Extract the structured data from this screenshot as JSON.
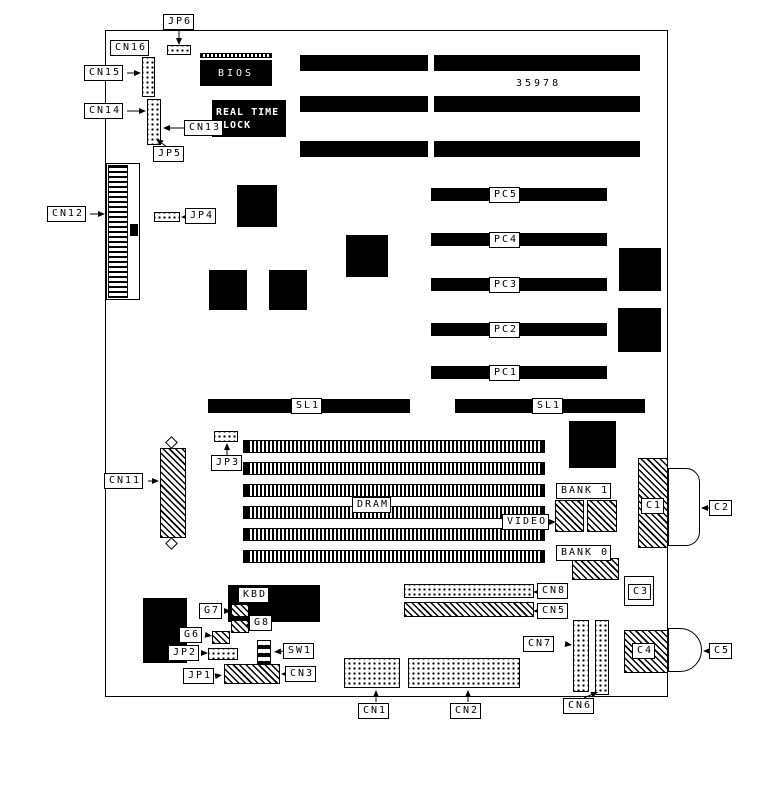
{
  "part_number": "35978",
  "colors": {
    "ink": "#000000",
    "paper": "#ffffff"
  },
  "labels": {
    "jp6": "JP6",
    "cn16": "CN16",
    "cn15": "CN15",
    "cn14": "CN14",
    "cn13": "CN13",
    "jp5": "JP5",
    "bios": "BIOS",
    "rtc_line1": "REAL TIME",
    "rtc_line2": "CLOCK",
    "cn12": "CN12",
    "jp4": "JP4",
    "pc5": "PC5",
    "pc4": "PC4",
    "pc3": "PC3",
    "pc2": "PC2",
    "pc1": "PC1",
    "sl1_left": "SL1",
    "sl1_right": "SL1",
    "jp3": "JP3",
    "cn11": "CN11",
    "dram": "DRAM",
    "video": "VIDEO",
    "bank1": "BANK 1",
    "bank0": "BANK 0",
    "c1": "C1",
    "c2": "C2",
    "c3": "C3",
    "c4": "C4",
    "c5": "C5",
    "cn8": "CN8",
    "cn5": "CN5",
    "cn7": "CN7",
    "cn6": "CN6",
    "kbd": "KBD",
    "g7": "G7",
    "g8": "G8",
    "g6": "G6",
    "sw1": "SW1",
    "jp2": "JP2",
    "jp1": "JP1",
    "cn3": "CN3",
    "cn1": "CN1",
    "cn2": "CN2"
  }
}
